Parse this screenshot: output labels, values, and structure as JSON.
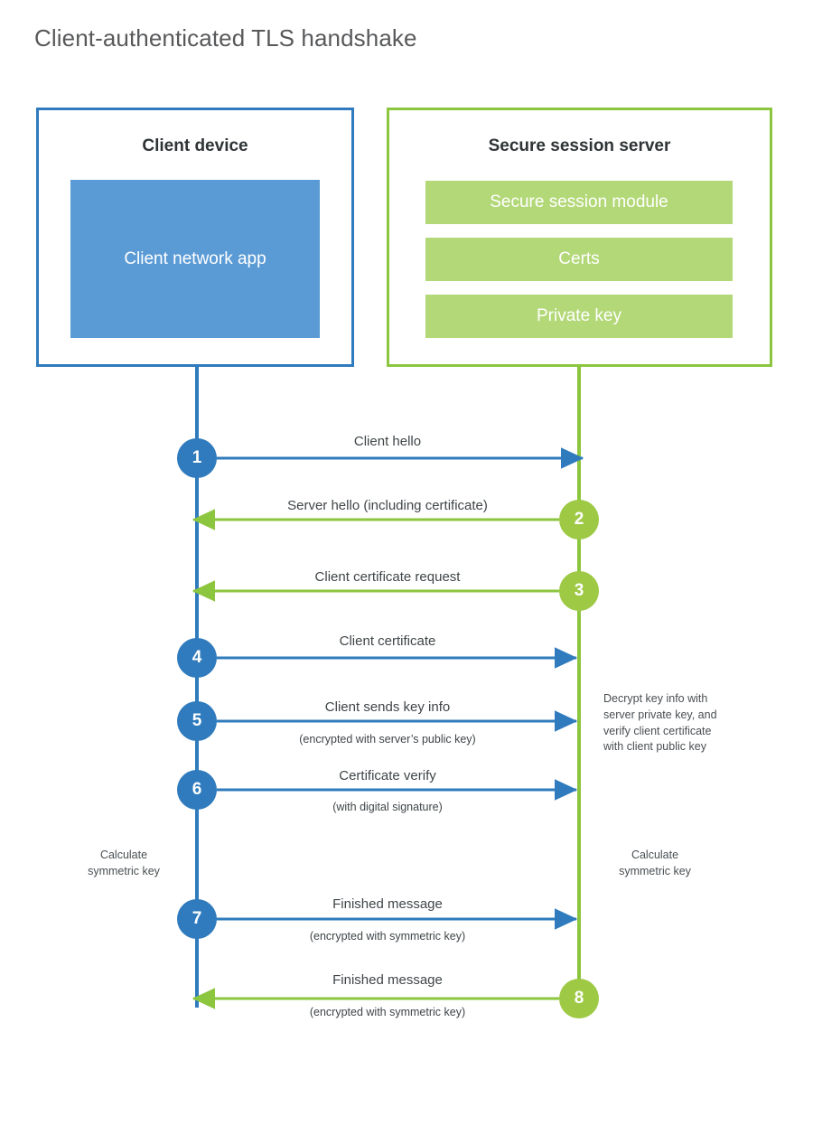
{
  "title": "Client-authenticated TLS handshake",
  "colors": {
    "client_accent": "#2f7bbd",
    "client_fill": "#5b9bd5",
    "server_accent": "#8cc63f",
    "server_badge": "#9ec945",
    "server_fill": "#b3d878",
    "title_text": "#58595b",
    "body_text": "#3f4548",
    "background": "#ffffff"
  },
  "parties": {
    "client": {
      "title": "Client device",
      "blocks": [
        "Client network app"
      ]
    },
    "server": {
      "title": "Secure session server",
      "blocks": [
        "Secure session module",
        "Certs",
        "Private key"
      ]
    }
  },
  "steps": [
    {
      "number": "1",
      "label": "Client hello",
      "sublabel": "",
      "direction": "client-to-server",
      "origin": "client"
    },
    {
      "number": "2",
      "label": "Server hello (including certificate)",
      "sublabel": "",
      "direction": "server-to-client",
      "origin": "server"
    },
    {
      "number": "3",
      "label": "Client certificate request",
      "sublabel": "",
      "direction": "server-to-client",
      "origin": "server"
    },
    {
      "number": "4",
      "label": "Client certificate",
      "sublabel": "",
      "direction": "client-to-server",
      "origin": "client"
    },
    {
      "number": "5",
      "label": "Client sends key info",
      "sublabel": "(encrypted with server’s public key)",
      "direction": "client-to-server",
      "origin": "client"
    },
    {
      "number": "6",
      "label": "Certificate verify",
      "sublabel": "(with digital signature)",
      "direction": "client-to-server",
      "origin": "client"
    },
    {
      "number": "7",
      "label": "Finished message",
      "sublabel": "(encrypted with symmetric key)",
      "direction": "client-to-server",
      "origin": "client"
    },
    {
      "number": "8",
      "label": "Finished message",
      "sublabel": "(encrypted with symmetric key)",
      "direction": "server-to-client",
      "origin": "server"
    }
  ],
  "annotations": {
    "server_decrypt": "Decrypt key info with server private key, and verify client certificate with client public key",
    "server_decrypt_lines": [
      "Decrypt key info with",
      "server private key, and",
      "verify client certificate",
      "with client public key"
    ],
    "client_calculate_lines": [
      "Calculate",
      "symmetric key"
    ],
    "server_calculate_lines": [
      "Calculate",
      "symmetric key"
    ]
  }
}
